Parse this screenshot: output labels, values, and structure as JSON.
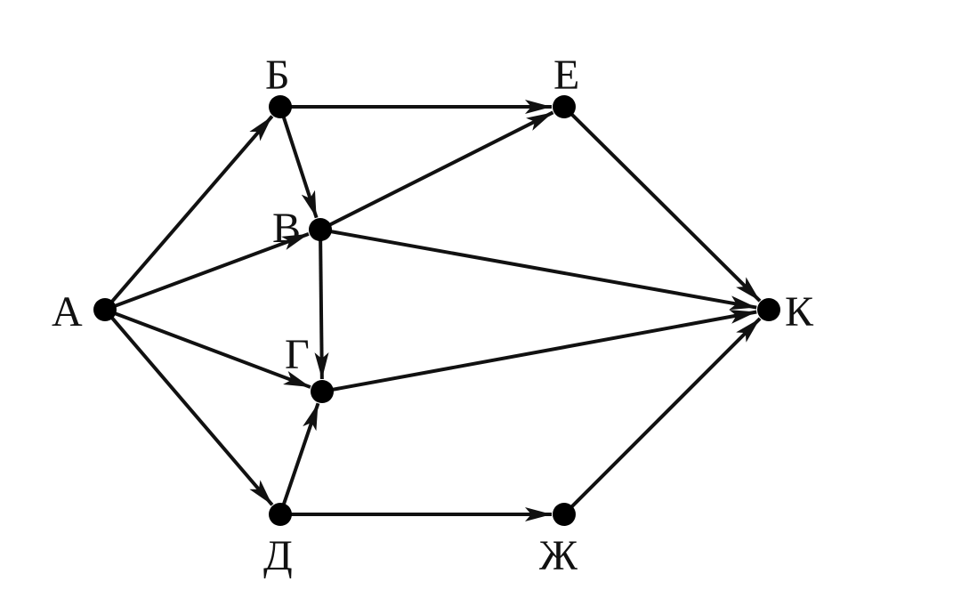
{
  "diagram": {
    "type": "directed-graph",
    "colors": {
      "stroke": "#111111",
      "node": "#000000",
      "background": "#ffffff"
    },
    "nodes": [
      {
        "id": "A",
        "label": "А"
      },
      {
        "id": "B",
        "label": "Б"
      },
      {
        "id": "V",
        "label": "В"
      },
      {
        "id": "G",
        "label": "Г"
      },
      {
        "id": "D",
        "label": "Д"
      },
      {
        "id": "E",
        "label": "Е"
      },
      {
        "id": "ZH",
        "label": "Ж"
      },
      {
        "id": "K",
        "label": "К"
      }
    ],
    "edges": [
      {
        "from": "A",
        "to": "B"
      },
      {
        "from": "A",
        "to": "V"
      },
      {
        "from": "A",
        "to": "G"
      },
      {
        "from": "A",
        "to": "D"
      },
      {
        "from": "B",
        "to": "E"
      },
      {
        "from": "B",
        "to": "V"
      },
      {
        "from": "V",
        "to": "E"
      },
      {
        "from": "V",
        "to": "K"
      },
      {
        "from": "V",
        "to": "G"
      },
      {
        "from": "G",
        "to": "K"
      },
      {
        "from": "D",
        "to": "G"
      },
      {
        "from": "D",
        "to": "ZH"
      },
      {
        "from": "E",
        "to": "K"
      },
      {
        "from": "ZH",
        "to": "K"
      }
    ]
  }
}
